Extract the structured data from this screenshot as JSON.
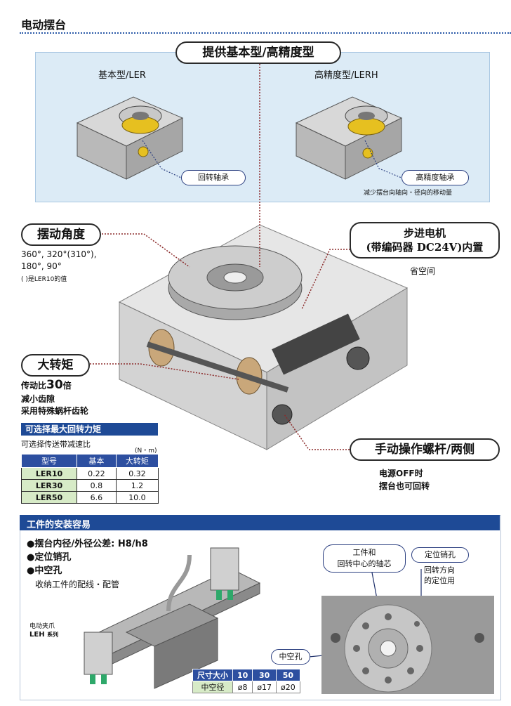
{
  "header": {
    "title": "电动摆台"
  },
  "top_panel": {
    "title": "提供基本型/高精度型",
    "basic_label": "基本型/LER",
    "precision_label": "高精度型/LERH",
    "basic_bearing": "回转轴承",
    "precision_bearing": "高精度轴承",
    "precision_note": "减少摆台向轴向・径向的移动量"
  },
  "swing_angle": {
    "title": "摆动角度",
    "line1": "360°, 320°(310°),",
    "line2": "180°, 90°",
    "note": "( )是LER10的值"
  },
  "motor": {
    "title_line1": "步进电机",
    "title_line2": "(带编码器 DC24V)内置",
    "desc": "省空间"
  },
  "torque": {
    "title": "大转矩",
    "ratio_prefix": "传动比",
    "ratio_value": "30",
    "ratio_suffix": "倍",
    "line2": "减小齿隙",
    "line3": "采用特殊蜗杆齿轮"
  },
  "torque_table": {
    "bar_title": "可选择最大回转力矩",
    "subtitle": "可选择传送带减速比",
    "unit": "(N・m)",
    "headers": [
      "型号",
      "基本",
      "大转矩"
    ],
    "rows": [
      [
        "LER10",
        "0.22",
        "0.32"
      ],
      [
        "LER30",
        "0.8",
        "1.2"
      ],
      [
        "LER50",
        "6.6",
        "10.0"
      ]
    ]
  },
  "manual": {
    "title": "手动操作螺杆/两侧",
    "line1": "电源OFF时",
    "line2": "摆台也可回转"
  },
  "install": {
    "bar_title": "工件的安装容易",
    "bullet1": "●摆台内径/外径公差: H8/h8",
    "bullet2": "●定位销孔",
    "bullet3": "●中空孔",
    "bullet3_sub": "收纳工件的配线・配管",
    "gripper_label": "电动夹爪",
    "gripper_series": "LEH",
    "gripper_series_suffix": "系列",
    "axis_callout_line1": "工件和",
    "axis_callout_line2": "回转中心的轴芯",
    "pin_callout": "定位销孔",
    "pin_desc_line1": "回转方向",
    "pin_desc_line2": "的定位用",
    "hole_callout": "中空孔",
    "hole_table": {
      "headers": [
        "尺寸大小",
        "10",
        "30",
        "50"
      ],
      "row": [
        "中空径",
        "ø8",
        "ø17",
        "ø20"
      ]
    }
  }
}
